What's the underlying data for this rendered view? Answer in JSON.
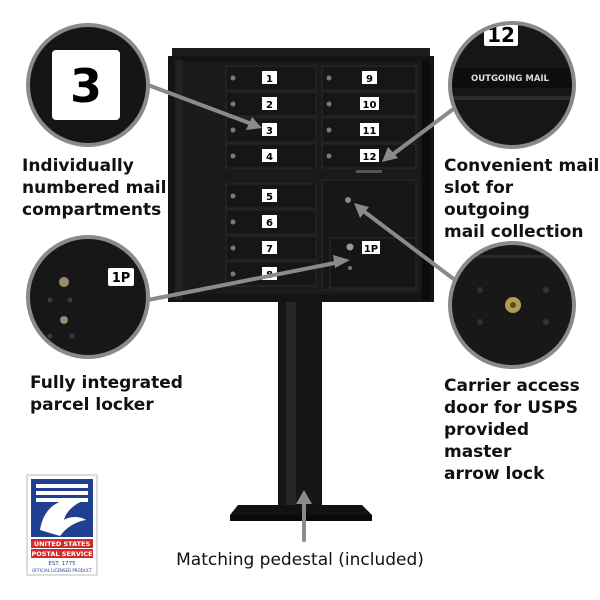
{
  "product": {
    "compartment_numbers": [
      "1",
      "2",
      "3",
      "4",
      "5",
      "6",
      "7",
      "8",
      "9",
      "10",
      "11",
      "12"
    ],
    "parcel_locker_label": "1P",
    "color": "#141414"
  },
  "callouts": {
    "numbered": {
      "badge": "3",
      "text": "Individually\nnumbered mail\ncompartments"
    },
    "outgoing": {
      "badge": "12",
      "slot_label": "OUTGOING MAIL",
      "text": "Convenient mail\nslot for outgoing\nmail collection"
    },
    "parcel": {
      "badge": "1P",
      "text": "Fully integrated\nparcel locker"
    },
    "carrier": {
      "text": "Carrier access\ndoor for USPS\nprovided master\narrow lock"
    },
    "pedestal": {
      "text": "Matching pedestal (included)"
    }
  },
  "usps_logo": {
    "line1": "UNITED STATES",
    "line2": "POSTAL SERVICE",
    "line3": "EST. 1775",
    "line4": "OFFICIAL LICENSED PRODUCT",
    "colors": {
      "blue": "#1f3f8f",
      "red": "#d12b2b"
    }
  }
}
